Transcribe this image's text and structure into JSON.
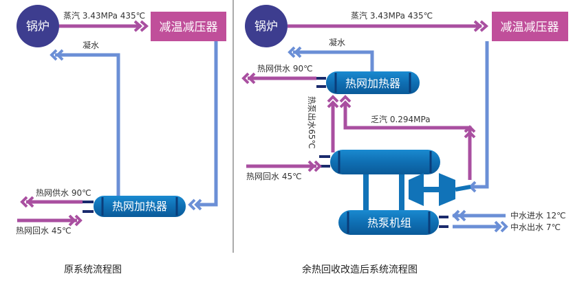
{
  "left": {
    "boiler": "锅炉",
    "steam_label": "蒸汽 3.43MPa 435℃",
    "reducer": "减温减压器",
    "condensate_label": "凝水",
    "supply_label": "热网供水 90℃",
    "return_label": "热网回水 45℃",
    "heater": "热网加热器",
    "caption": "原系统流程图"
  },
  "right": {
    "boiler": "锅炉",
    "steam_label": "蒸汽 3.43MPa 435℃",
    "reducer": "减温减压器",
    "condensate_label": "凝水",
    "supply_label": "热网供水 90℃",
    "heater": "热网加热器",
    "hp_out_label": "热泵出水65℃",
    "exhaust_label": "乏汽 0.294MPa",
    "return_label": "热网回水 45℃",
    "hp_unit": "热泵机组",
    "mid_in_label": "中水进水 12℃",
    "mid_out_label": "中水出水 7℃",
    "caption": "余热回收改造后系统流程图"
  },
  "colors": {
    "boiler": "#3d3d8f",
    "reducer": "#c04f9a",
    "steam_pipe": "#a94fa0",
    "water_blue": "#6b8fd6",
    "heater": "#1173b8",
    "divider": "#555555"
  }
}
